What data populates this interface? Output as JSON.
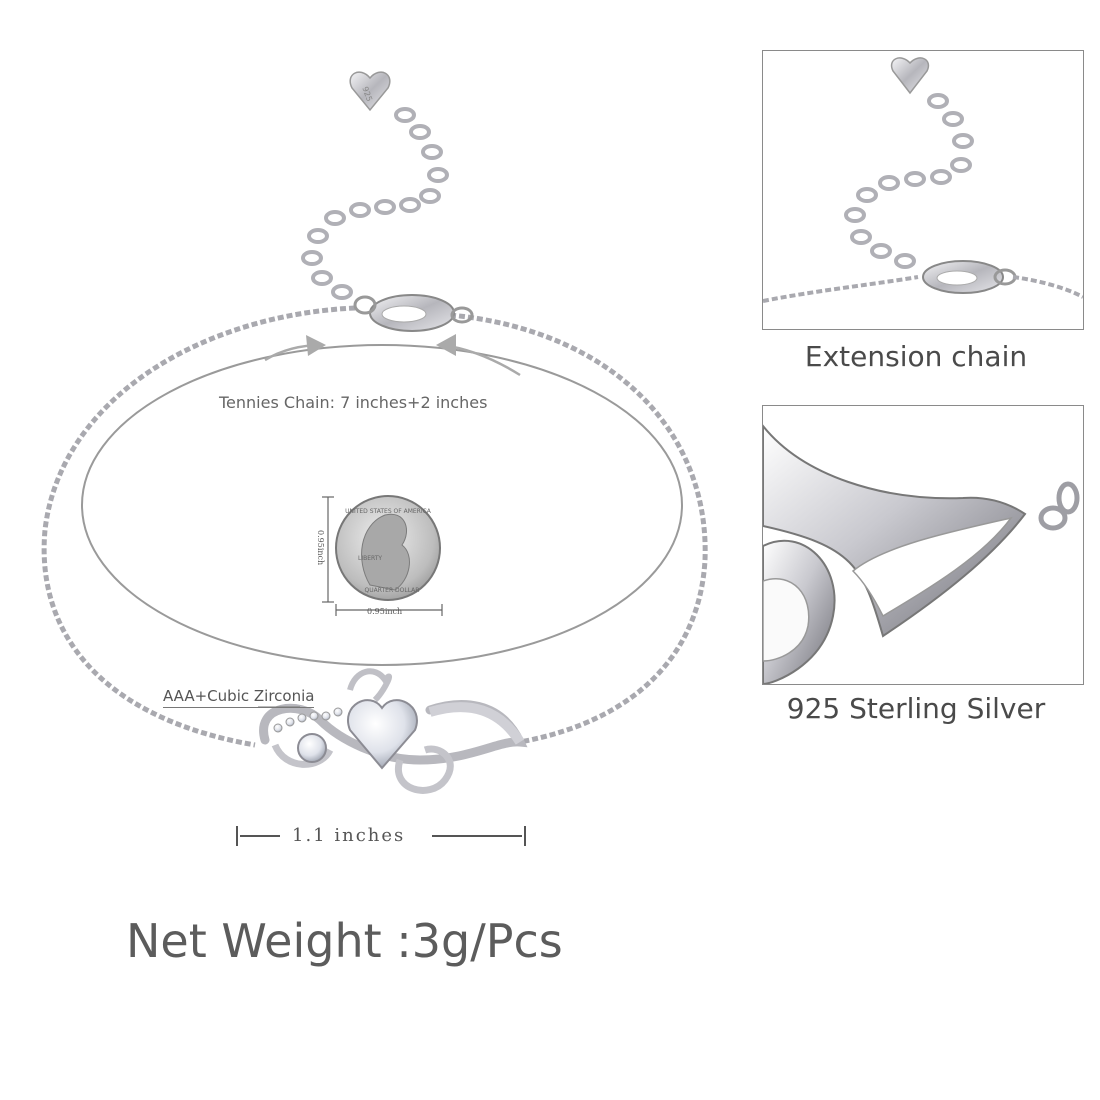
{
  "annotations": {
    "chain_length": "Tennies Chain: 7 inches+2 inches",
    "cz": "AAA+Cubic Zirconia",
    "pendant_width": "1.1 inches",
    "coin_height": "0.95inch",
    "coin_width": "0.95inch",
    "coin_top": "UNITED STATES OF AMERICA",
    "coin_bottom": "QUARTER DOLLAR",
    "coin_liberty": "LIBERTY",
    "tag": "925"
  },
  "panels": {
    "extension": "Extension chain",
    "silver": "925 Sterling Silver"
  },
  "weight": "Net Weight :3g/Pcs",
  "colors": {
    "text": "#555555",
    "silver": "#c8c8cc",
    "frame": "#8a8a8a"
  }
}
